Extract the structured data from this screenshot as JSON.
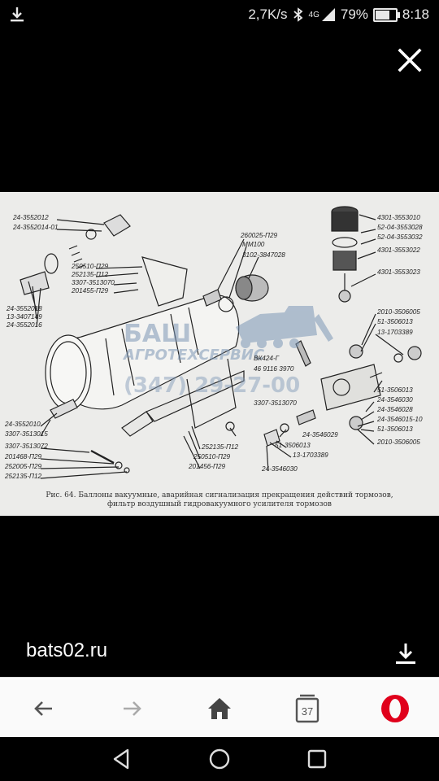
{
  "status_bar": {
    "net_speed": "2,7K/s",
    "network": "4G",
    "battery_percent": "79%",
    "battery_level": 0.79,
    "time": "8:18"
  },
  "viewer": {
    "close_icon": "close-icon",
    "download_icon": "download-icon",
    "site": "bats02.ru"
  },
  "diagram": {
    "watermark": {
      "line1": "БАШ",
      "line2": "АГРОТЕХСЕРВИС",
      "line3": "(347) 29-27-00"
    },
    "labels": [
      "24-3552012",
      "24-3552014-01",
      "250510-П29",
      "252135-П12",
      "3307-3513070",
      "201455-П29",
      "24-3552018",
      "13-3407149",
      "24-3552016",
      "260025-П29",
      "ММ100",
      "3102-3847028",
      "4301-3553010",
      "52-04-3553028",
      "52-04-3553032",
      "4301-3553022",
      "4301-3553023",
      "2010-3506005",
      "51-3506013",
      "13-1703389",
      "ВК424-Г",
      "46 9116 3970",
      "3307-3513070",
      "51-3506013",
      "24-3546030",
      "24-3546028",
      "24-3546015-10",
      "51-3506013",
      "2010-3506005",
      "24-3552010",
      "3307-3513015",
      "3307-3513072",
      "201468-П29",
      "252005-П29",
      "252135-П12",
      "252135-П12",
      "250510-П29",
      "201456-П29",
      "24-3546029",
      "51-3506013",
      "13-1703389",
      "24-3546030"
    ],
    "caption_line1": "Рис. 64. Баллоны вакуумные, аварийная сигнализация прекращения действий тормозов,",
    "caption_line2": "фильтр воздушный гидровакуумного усилителя тормозов"
  },
  "browser": {
    "tabs_count": "37",
    "icons": [
      "back-arrow-icon",
      "forward-arrow-icon",
      "home-icon",
      "tabs-icon",
      "opera-icon"
    ]
  },
  "system_nav": {
    "icons": [
      "back-triangle-icon",
      "home-circle-icon",
      "recents-square-icon"
    ]
  }
}
